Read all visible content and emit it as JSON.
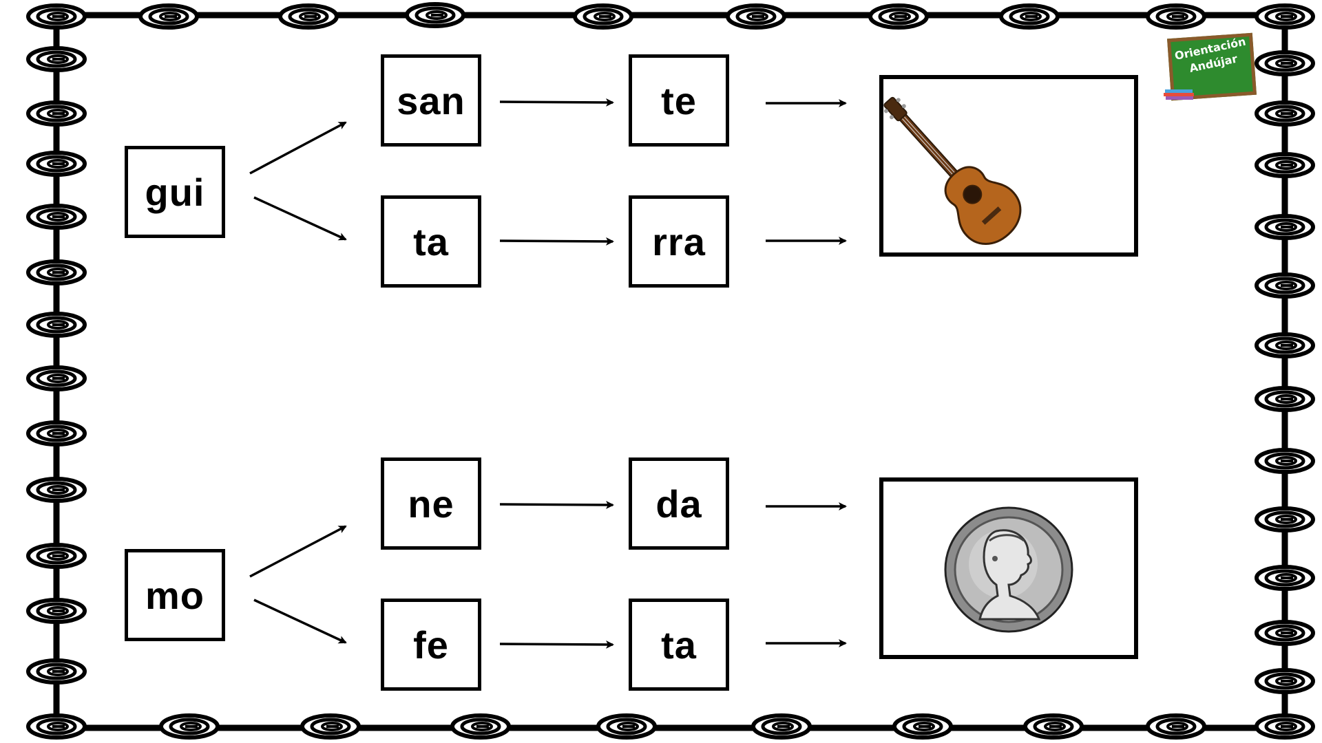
{
  "logo": {
    "line1": "Orientación",
    "line2": "Andújar"
  },
  "groups": [
    {
      "start": "gui",
      "branches": [
        {
          "first": "san",
          "second": "te"
        },
        {
          "first": "ta",
          "second": "rra"
        }
      ],
      "picture": "guitar-picture"
    },
    {
      "start": "mo",
      "branches": [
        {
          "first": "ne",
          "second": "da"
        },
        {
          "first": "fe",
          "second": "ta"
        }
      ],
      "picture": "coin-picture"
    }
  ],
  "colors": {
    "border": "#000000",
    "guitar_body": "#b5651d",
    "board": "#2e8b2e",
    "coin": "#a9a9a9"
  }
}
